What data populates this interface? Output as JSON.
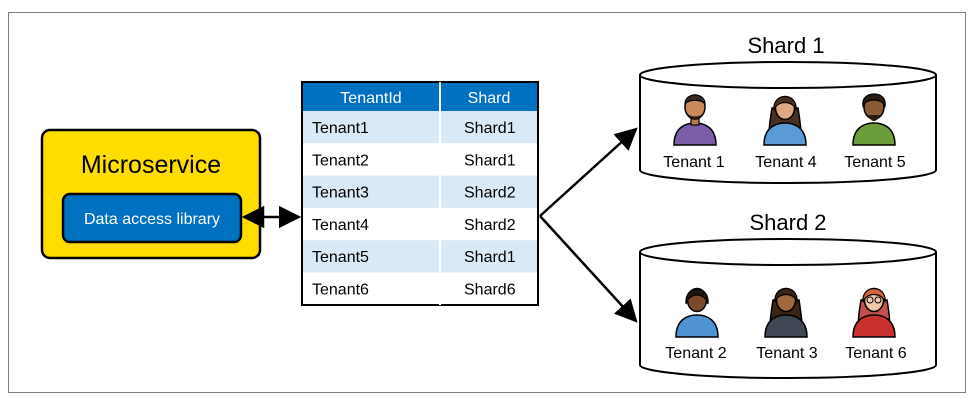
{
  "microservice": {
    "title": "Microservice",
    "library_label": "Data access library"
  },
  "mapping_table": {
    "headers": [
      "TenantId",
      "Shard"
    ],
    "rows": [
      [
        "Tenant1",
        "Shard1"
      ],
      [
        "Tenant2",
        "Shard1"
      ],
      [
        "Tenant3",
        "Shard2"
      ],
      [
        "Tenant4",
        "Shard2"
      ],
      [
        "Tenant5",
        "Shard1"
      ],
      [
        "Tenant6",
        "Shard6"
      ]
    ]
  },
  "shards": [
    {
      "title": "Shard 1",
      "tenants": [
        {
          "label": "Tenant 1",
          "icon": "man-purple-shirt-icon"
        },
        {
          "label": "Tenant 4",
          "icon": "woman-long-hair-blue-shirt-icon"
        },
        {
          "label": "Tenant 5",
          "icon": "man-green-shirt-icon"
        }
      ]
    },
    {
      "title": "Shard 2",
      "tenants": [
        {
          "label": "Tenant 2",
          "icon": "woman-blue-shirt-icon"
        },
        {
          "label": "Tenant 3",
          "icon": "woman-dark-shirt-icon"
        },
        {
          "label": "Tenant 6",
          "icon": "woman-red-shirt-glasses-icon"
        }
      ]
    }
  ],
  "colors": {
    "microservice_fill": "#FFDD00",
    "library_fill": "#0070C0",
    "header_fill": "#0070C0",
    "row_light": "#DAE9F6",
    "row_white": "#FFFFFF"
  }
}
